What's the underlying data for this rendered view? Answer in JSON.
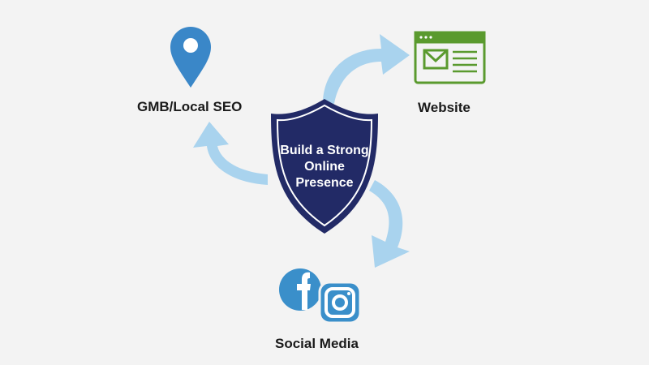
{
  "center": {
    "title_lines": [
      "Build a Strong",
      "Online",
      "Presence"
    ]
  },
  "nodes": {
    "gmb": "GMB/Local SEO",
    "website": "Website",
    "social": "Social Media"
  },
  "colors": {
    "shield": "#222a66",
    "arrow": "#a9d3ee",
    "pin": "#3a87c8",
    "website": "#5a9a2e",
    "social": "#3a8fca"
  }
}
